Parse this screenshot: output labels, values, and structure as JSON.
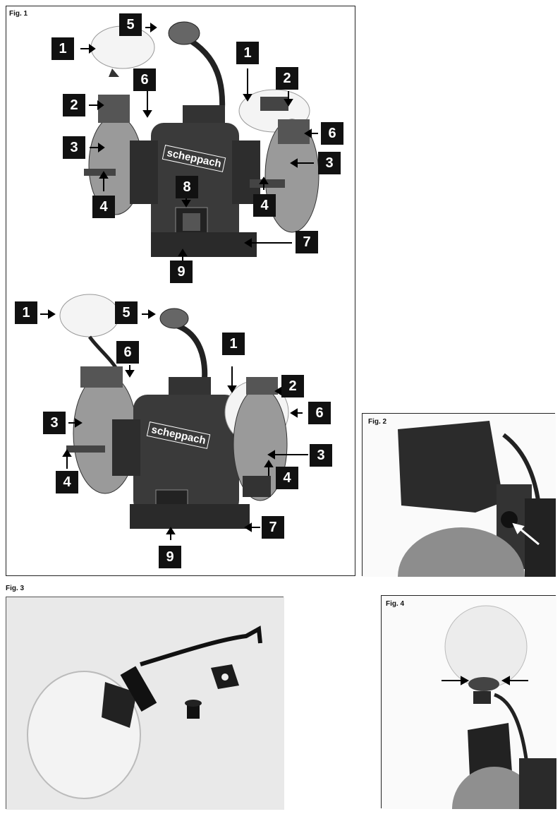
{
  "figures": {
    "fig1": {
      "label": "Fig. 1",
      "brand": "scheppach"
    },
    "fig2": {
      "label": "Fig. 2"
    },
    "fig3": {
      "label": "Fig. 3"
    },
    "fig4": {
      "label": "Fig. 4"
    }
  },
  "top_view_badges": [
    "1",
    "5",
    "1",
    "2",
    "6",
    "2",
    "6",
    "3",
    "3",
    "8",
    "4",
    "4",
    "7",
    "9"
  ],
  "bottom_view_badges": [
    "1",
    "5",
    "1",
    "6",
    "2",
    "3",
    "6",
    "3",
    "4",
    "4",
    "7",
    "9"
  ],
  "colors": {
    "badge_bg": "#111111",
    "badge_text": "#ffffff",
    "machine": "#3a3a3a",
    "wheel": "#9a9a9a"
  }
}
